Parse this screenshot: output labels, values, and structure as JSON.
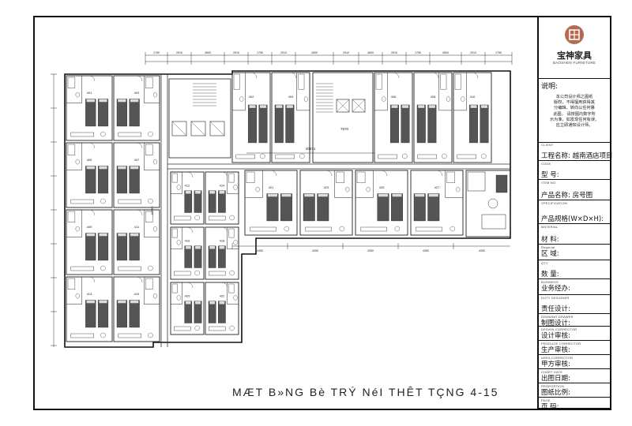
{
  "sheet": {
    "caption": "MÆT B»NG Bè TRÝ NéI THÊT TÇNG 4-15"
  },
  "dimensions": {
    "top": [
      "1750",
      "2910",
      "4500",
      "2910",
      "1750",
      "2910",
      "4500",
      "2910",
      "4600",
      "2910",
      "1750",
      "4500",
      "2910",
      "1750"
    ],
    "overall": "40871",
    "partial": "7570",
    "vertical": "30792",
    "bottom": [
      "4350",
      "4350",
      "4350",
      "4350",
      "4350"
    ]
  },
  "rooms": {
    "left_wing": [
      "401",
      "403",
      "405",
      "407",
      "409",
      "411",
      "413",
      "415"
    ],
    "mid_wing": [
      "412",
      "414",
      "416",
      "418",
      "420",
      "422"
    ],
    "north_wing": [
      "402",
      "404",
      "406",
      "408",
      "410"
    ],
    "south_wing": [
      "421",
      "423",
      "425",
      "427"
    ]
  },
  "titleblock": {
    "logo_cn": "宝神家具",
    "logo_en": "BAOSHEN FURNITURE",
    "notes_title": "说明:",
    "notes": [
      "本公司设计师之图纸",
      "版权，不得擅用获得其",
      "分编辑、转向以任何篡",
      "此图。  请按图内数字所",
      "示为准，如发现任何有误，",
      "应立即通知设计师。"
    ],
    "rows": [
      {
        "small": "CLIENT",
        "label": "工程名称: 越南酒店项目"
      },
      {
        "small": "CODE",
        "label": "型  号:"
      },
      {
        "small": "ITEM NO.",
        "label": "产品名称: 房号图"
      },
      {
        "small": "SPECIFICATION",
        "label": "产品规格(W×D×H):"
      },
      {
        "small": "MATERIAL",
        "label": "材  料:"
      },
      {
        "small": "Regional",
        "label": "区  域:"
      },
      {
        "small": "QTY",
        "label": "数  量:"
      },
      {
        "small": "BUSINESS",
        "label": "业务经办:"
      },
      {
        "small": "DUTY DESIGNER",
        "label": "责任设计:"
      },
      {
        "small": "DRAWING DRAWER",
        "label": "制图设计:"
      },
      {
        "small": "DESIGN CORRECTOR",
        "label": "设计审核:"
      },
      {
        "small": "PRODUCE CORRECTOR",
        "label": "生产审核:"
      },
      {
        "small": "AREA CORRECTOR",
        "label": "甲方审核:"
      },
      {
        "small": "CHART DATE",
        "label": "出图日期:"
      },
      {
        "small": "PROPORTION",
        "label": "图纸比例:"
      },
      {
        "small": "PAGE",
        "label": "页  码:"
      }
    ]
  }
}
